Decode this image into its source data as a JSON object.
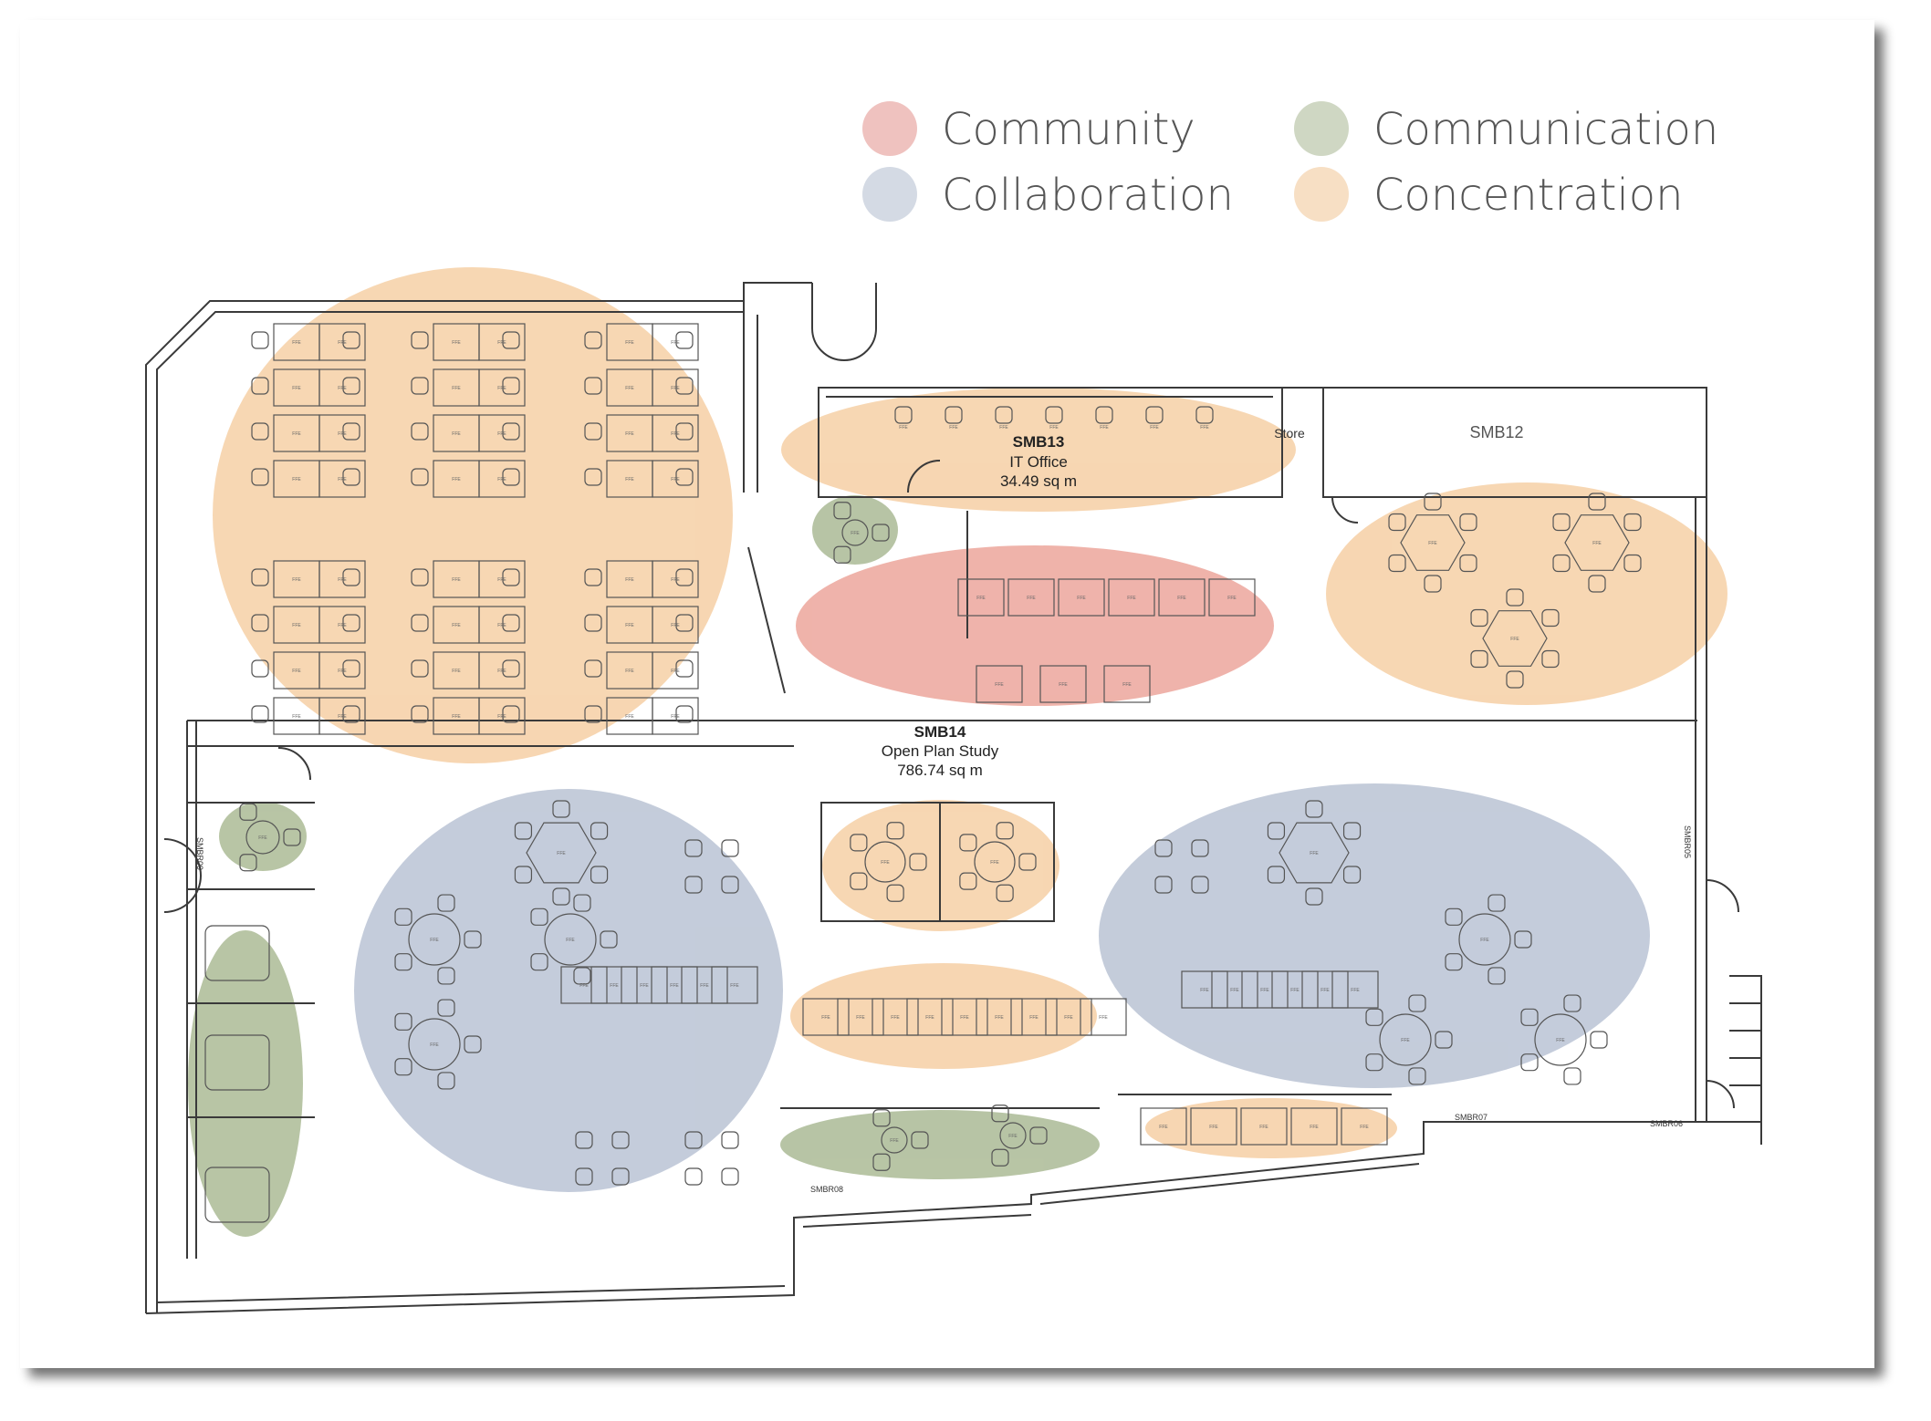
{
  "legend": [
    {
      "label": "Community",
      "color": "#efc2bf"
    },
    {
      "label": "Communication",
      "color": "#cfd7c3"
    },
    {
      "label": "Collaboration",
      "color": "#d4dae4"
    },
    {
      "label": "Concentration",
      "color": "#f7dfc4"
    }
  ],
  "zone_colors": {
    "community": "#eda99f",
    "communication": "#aebd99",
    "collaboration": "#bcc5d6",
    "concentration": "#f6d1a8"
  },
  "rooms": {
    "smb13": {
      "code": "SMB13",
      "name": "IT Office",
      "area": "34.49 sq m"
    },
    "smb14": {
      "code": "SMB14",
      "name": "Open Plan Study",
      "area": "786.74 sq m"
    },
    "smb12": {
      "code": "SMB12"
    },
    "store": {
      "label": "Store"
    }
  },
  "wall_labels": {
    "smbr09": "SMBR09",
    "smbr08": "SMBR08",
    "smbr07": "SMBR07",
    "smbr06": "SMBR06",
    "smbr05": "SMBR05"
  },
  "ffe_tag": "FFE"
}
